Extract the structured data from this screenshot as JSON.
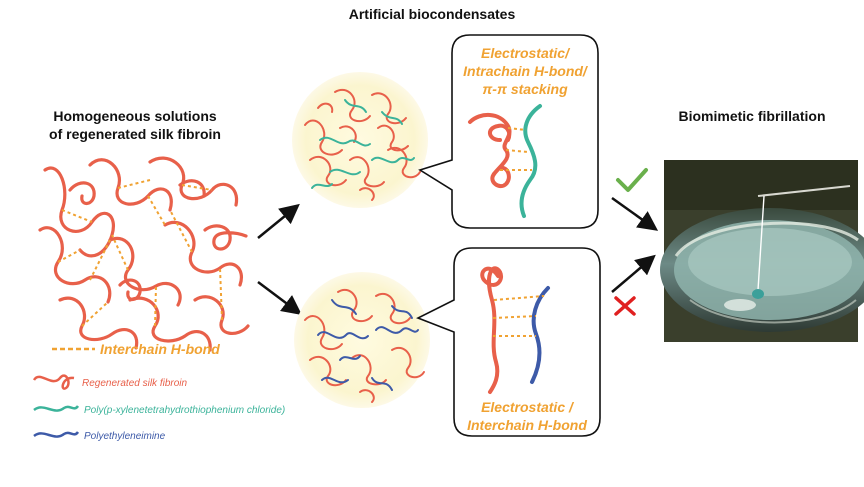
{
  "titles": {
    "top": "Artificial biocondensates",
    "left_line1": "Homogeneous solutions",
    "left_line2": "of regenerated silk fibroin",
    "right": "Biomimetic fibrillation"
  },
  "interchain_hbond": "Interchain H-bond",
  "bubble_top": {
    "line1": "Electrostatic/",
    "line2": "Intrachain H-bond/",
    "line3": "π-π stacking"
  },
  "bubble_bottom": {
    "line1": "Electrostatic /",
    "line2": "Interchain H-bond"
  },
  "legend": {
    "silk": "Regenerated silk fibroin",
    "pxtc": "Poly(p-xylenetetrahydrothiophenium chloride)",
    "pei": "Polyethyleneimine"
  },
  "colors": {
    "silk": "#e8604a",
    "pxtc": "#3bb39a",
    "pei": "#3d5aa8",
    "hbond": "#f0a232",
    "check": "#6ab04c",
    "cross": "#e02020",
    "circle_fill": "#fbf6d4"
  }
}
